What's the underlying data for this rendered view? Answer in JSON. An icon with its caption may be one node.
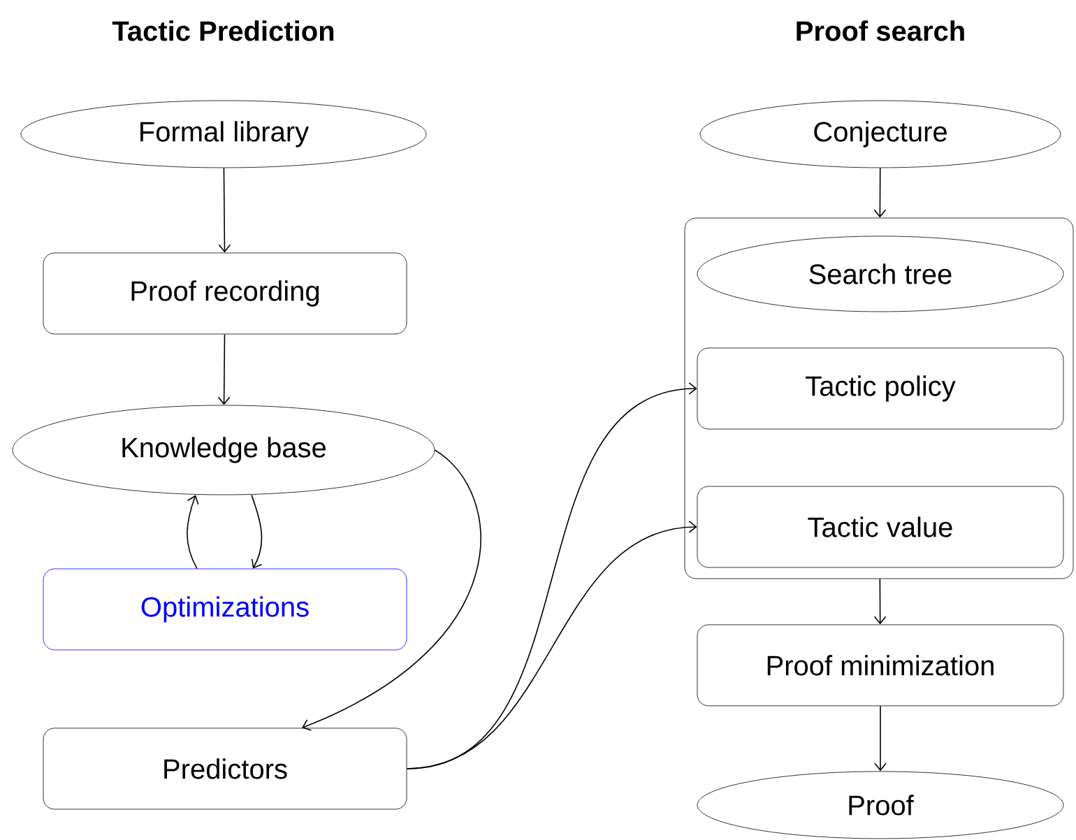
{
  "diagram": {
    "nodes": [
      {
        "text": [
          "Formal library"
        ]
      },
      {
        "text": [
          "Proof recording"
        ]
      },
      {
        "text": [
          "Knowledge base"
        ]
      },
      {
        "text": [
          "Optimizations"
        ]
      },
      {
        "text": [
          "Predictors"
        ]
      },
      {
        "text": [
          "Conjecture"
        ]
      },
      {
        "text": [],
        "shape": "box"
      },
      {
        "text": [
          "Search tree"
        ],
        "in": 6
      },
      {
        "text": [
          "Tactic policy"
        ],
        "in": 6
      },
      {
        "text": [
          "Tactic value"
        ],
        "in": 6
      },
      {
        "text": [
          "Proof minimization"
        ]
      },
      {
        "text": [
          "Proof"
        ]
      }
    ],
    "edges": [
      {
        "from": 0,
        "to": 1,
        "arrow": "to"
      },
      {
        "from": 1,
        "to": 2,
        "arrow": "to"
      },
      {
        "from": 3,
        "to": 2,
        "arrow": "to"
      },
      {
        "from": 2,
        "to": 3,
        "arrow": "to"
      },
      {
        "from": 2,
        "to": 4,
        "arrow": "to"
      },
      {
        "from": 4,
        "to": 8,
        "arrow": "to"
      },
      {
        "from": 4,
        "to": 9,
        "arrow": "to"
      },
      {
        "from": 5,
        "to": 6,
        "arrow": "to"
      },
      {
        "from": 6,
        "to": 10,
        "arrow": "to"
      },
      {
        "from": 10,
        "to": 11,
        "arrow": "to"
      }
    ],
    "labels": [
      "Tactic Prediction",
      "Proof search"
    ]
  }
}
